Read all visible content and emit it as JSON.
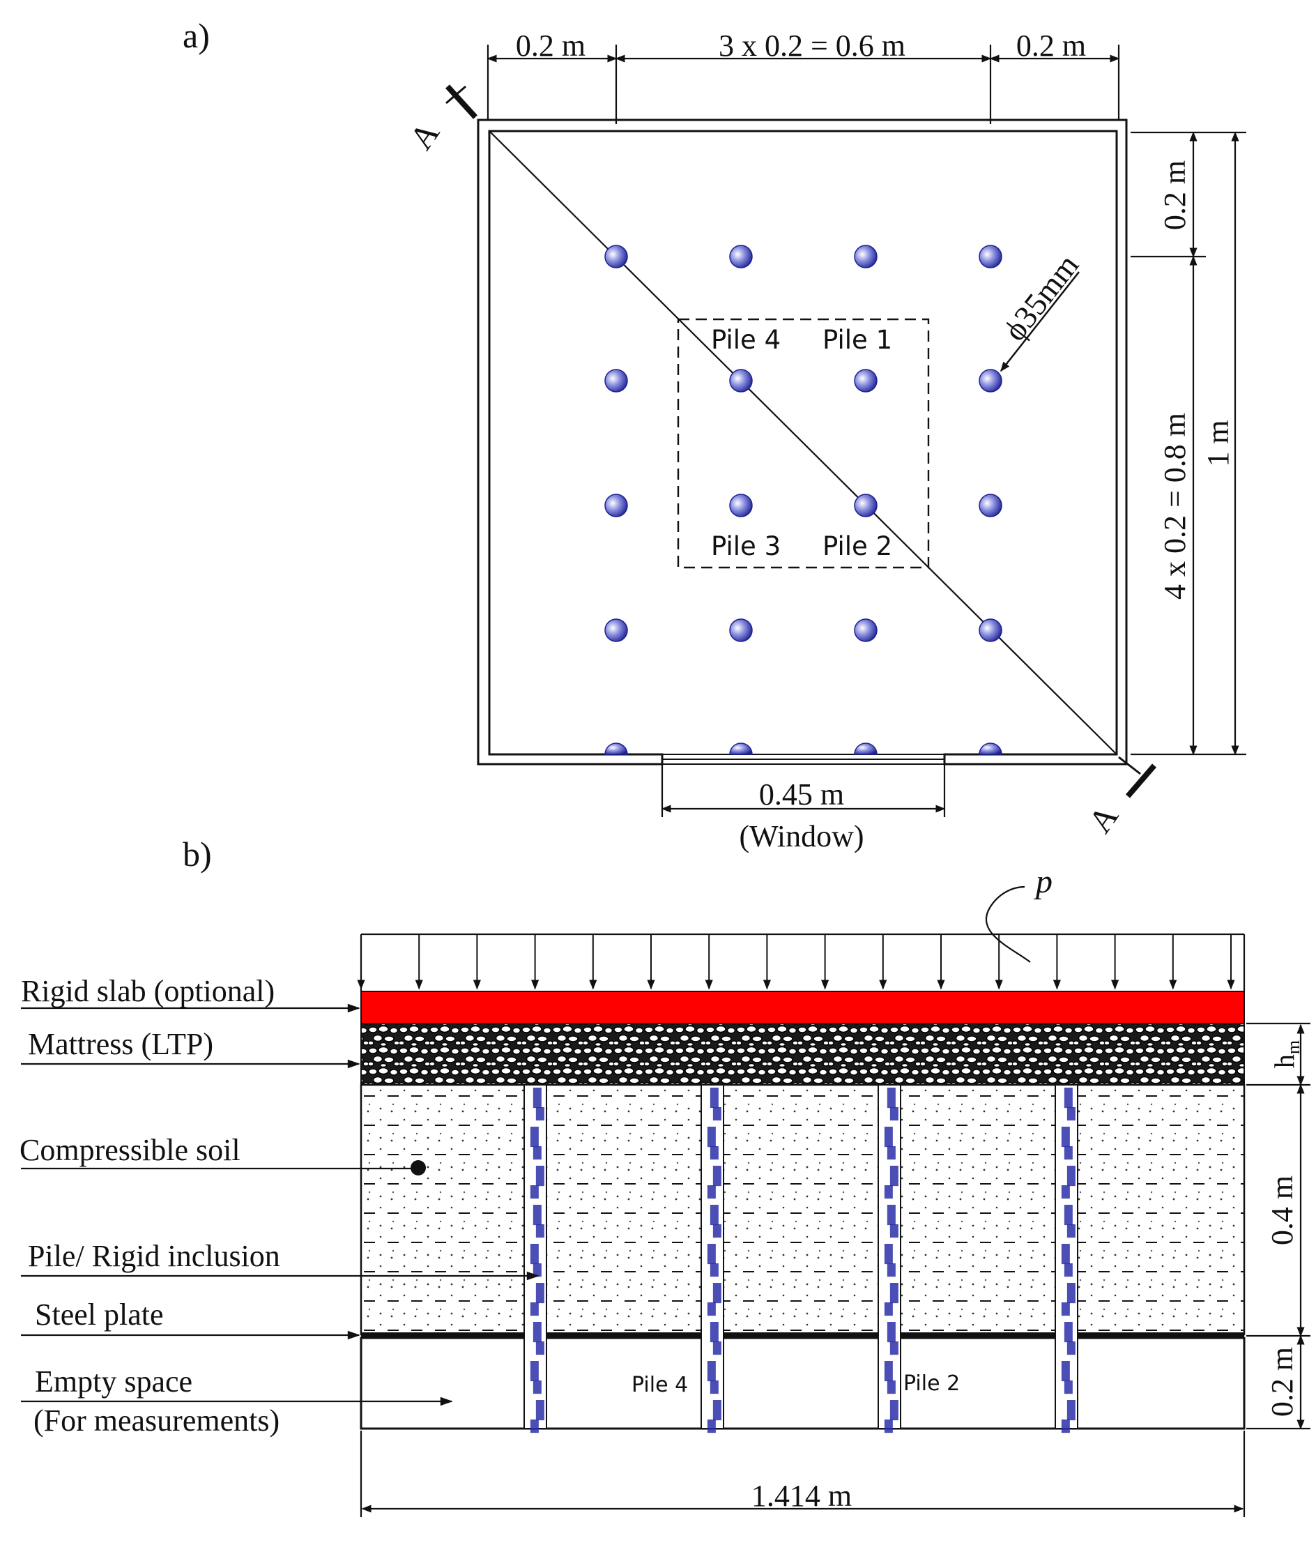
{
  "panel_a": {
    "label": "a)",
    "dim_top": [
      "0.2 m",
      "3 x 0.2 = 0.6 m",
      "0.2 m"
    ],
    "dim_right_small": "0.2 m",
    "dim_right_mid": "4 x 0.2 = 0.8 m",
    "dim_right_total": "1 m",
    "pile_diameter": "ϕ35mm",
    "section_mark": "A",
    "pile_labels": [
      "Pile 4",
      "Pile 1",
      "Pile 3",
      "Pile 2"
    ],
    "window_dim": "0.45 m",
    "window_label": "(Window)"
  },
  "panel_b": {
    "label": "b)",
    "load_label": "p",
    "layers": [
      "Rigid slab (optional)",
      "Mattress (LTP)",
      "Compressible soil",
      "Pile/ Rigid inclusion",
      "Steel plate",
      "Empty space",
      "(For measurements)"
    ],
    "pile_labels": [
      "Pile 4",
      "Pile 2"
    ],
    "dim_hm_main": "h",
    "dim_hm_sub": "m",
    "dim_soil": "0.4 m",
    "dim_empty": "0.2 m",
    "dim_width": "1.414 m"
  },
  "colors": {
    "slab": "#ff0000",
    "pile_blue": "#2a2fa8"
  }
}
